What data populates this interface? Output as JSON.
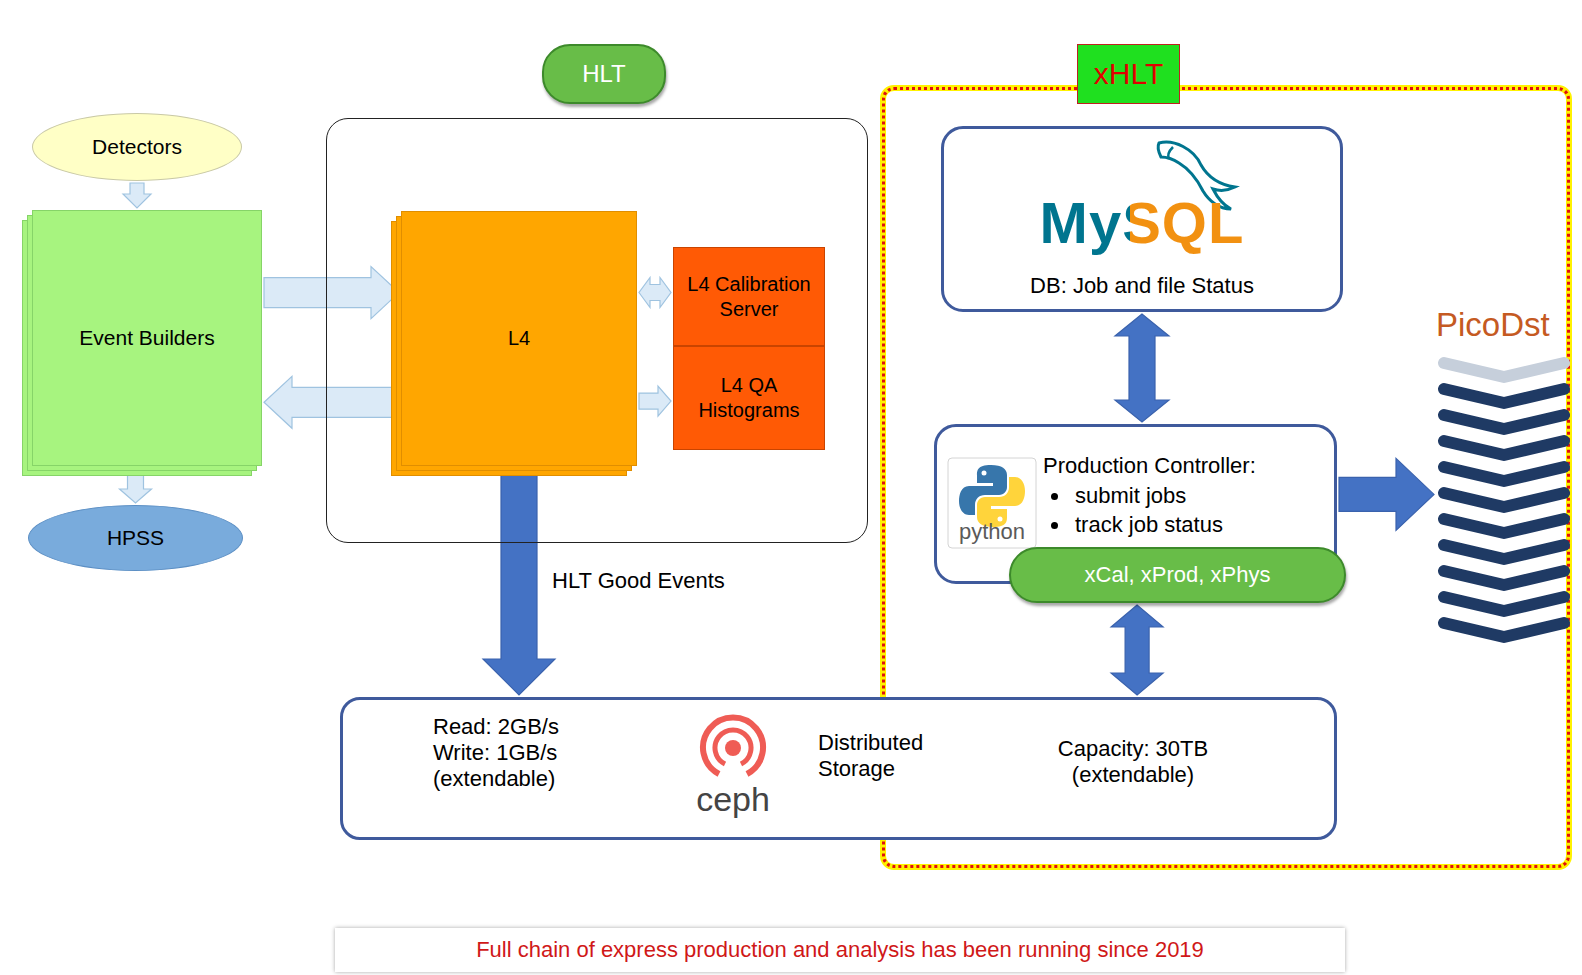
{
  "diagram": {
    "caption": "Full chain of express production and analysis has been running since 2019",
    "nodes": [
      {
        "text": [
          "Detectors"
        ]
      },
      {
        "text": [
          "Event Builders"
        ]
      },
      {
        "text": [
          "HPSS"
        ]
      },
      {
        "text": [
          "HLT"
        ]
      },
      {
        "text": [
          "L4"
        ],
        "in": 3
      },
      {
        "text": [
          "L4 Calibration Server"
        ],
        "in": 3
      },
      {
        "text": [
          "L4 QA Histograms"
        ],
        "in": 3
      },
      {
        "text": [
          "xHLT"
        ]
      },
      {
        "text": [
          "MySQL",
          "DB: Job and file Status"
        ],
        "in": 7
      },
      {
        "text": [
          "python",
          "Production Controller:",
          "submit jobs",
          "track job status"
        ],
        "in": 7
      },
      {
        "text": [
          "xCal, xProd, xPhys"
        ],
        "in": 7
      },
      {
        "text": [
          "PicoDst"
        ],
        "in": 7
      },
      {
        "text": [
          "Read: 2GB/s Write: 1GB/s (extendable)",
          "ceph",
          "Distributed Storage",
          "Capacity: 30TB (extendable)"
        ]
      }
    ],
    "edges": [
      {
        "from": 0,
        "to": 1,
        "arrow": "to"
      },
      {
        "from": 1,
        "to": 4,
        "arrow": "to"
      },
      {
        "from": 4,
        "to": 1,
        "arrow": "to"
      },
      {
        "from": 1,
        "to": 2,
        "arrow": "to"
      },
      {
        "from": 4,
        "to": 5,
        "arrow": "both"
      },
      {
        "from": 4,
        "to": 6,
        "arrow": "to"
      },
      {
        "from": 4,
        "to": 12,
        "label": "HLT Good Events",
        "arrow": "to"
      },
      {
        "from": 8,
        "to": 9,
        "arrow": "both"
      },
      {
        "from": 9,
        "to": 11,
        "arrow": "to"
      },
      {
        "from": 10,
        "to": 12,
        "arrow": "both"
      }
    ]
  }
}
